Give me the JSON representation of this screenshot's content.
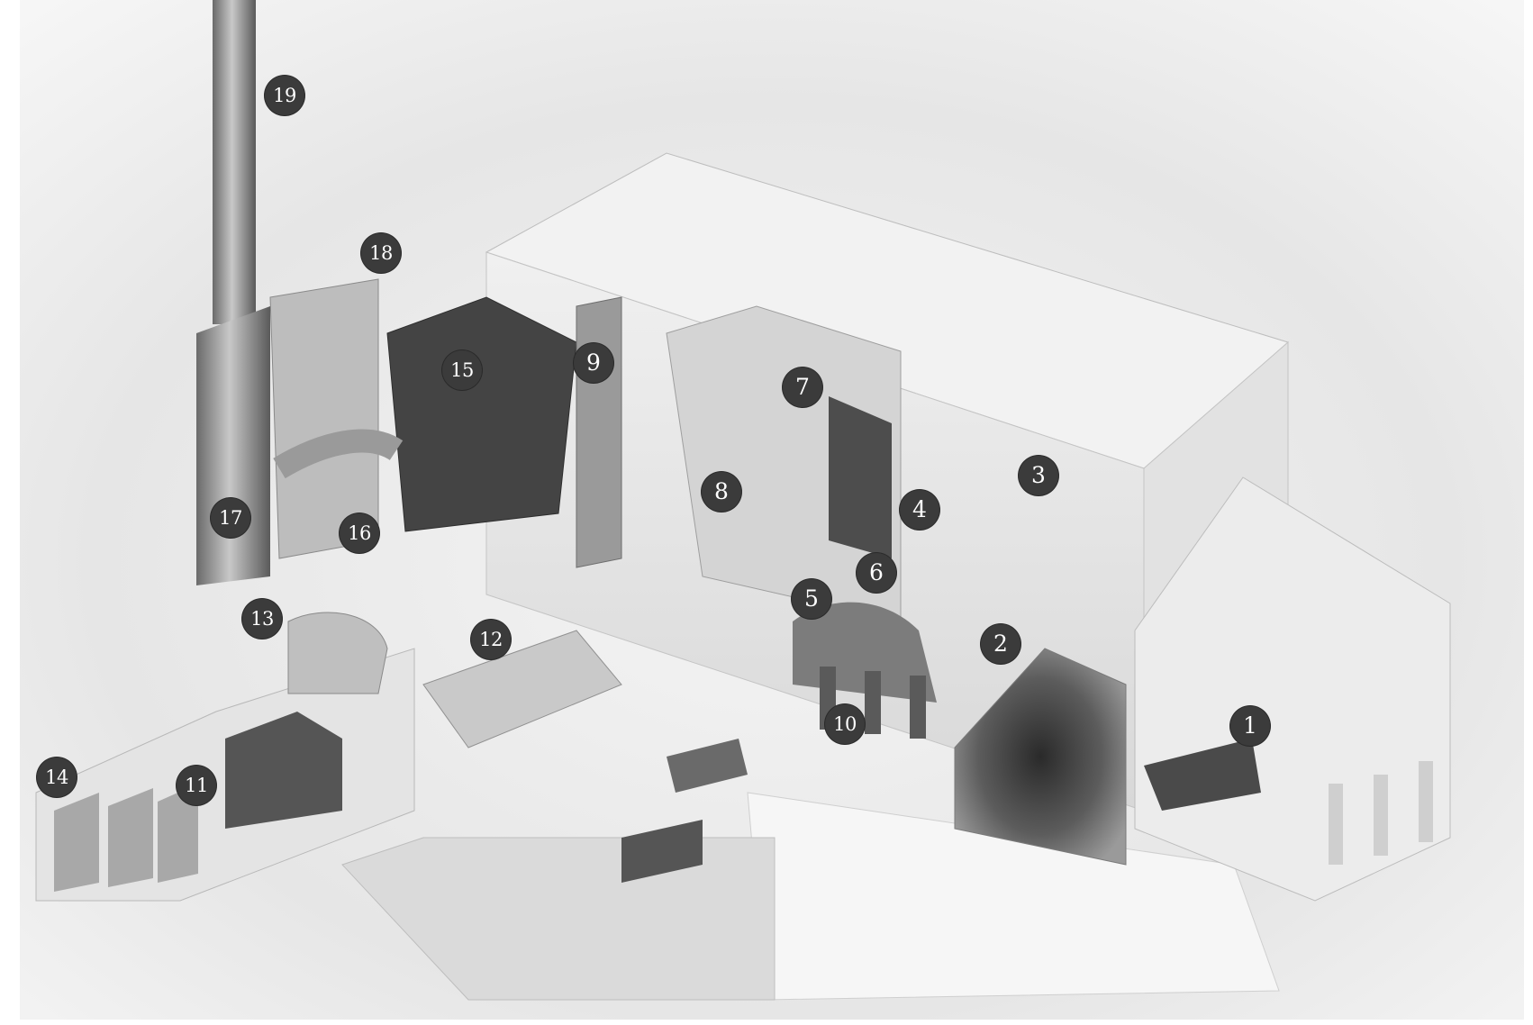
{
  "figure": {
    "description_free": true,
    "palette": {
      "background": "#ffffff",
      "callout_fill": "#3b3b3b",
      "callout_text": "#ffffff"
    }
  },
  "callouts": [
    "1",
    "2",
    "3",
    "4",
    "5",
    "6",
    "7",
    "8",
    "9",
    "10",
    "11",
    "12",
    "13",
    "14",
    "15",
    "16",
    "17",
    "18",
    "19"
  ]
}
